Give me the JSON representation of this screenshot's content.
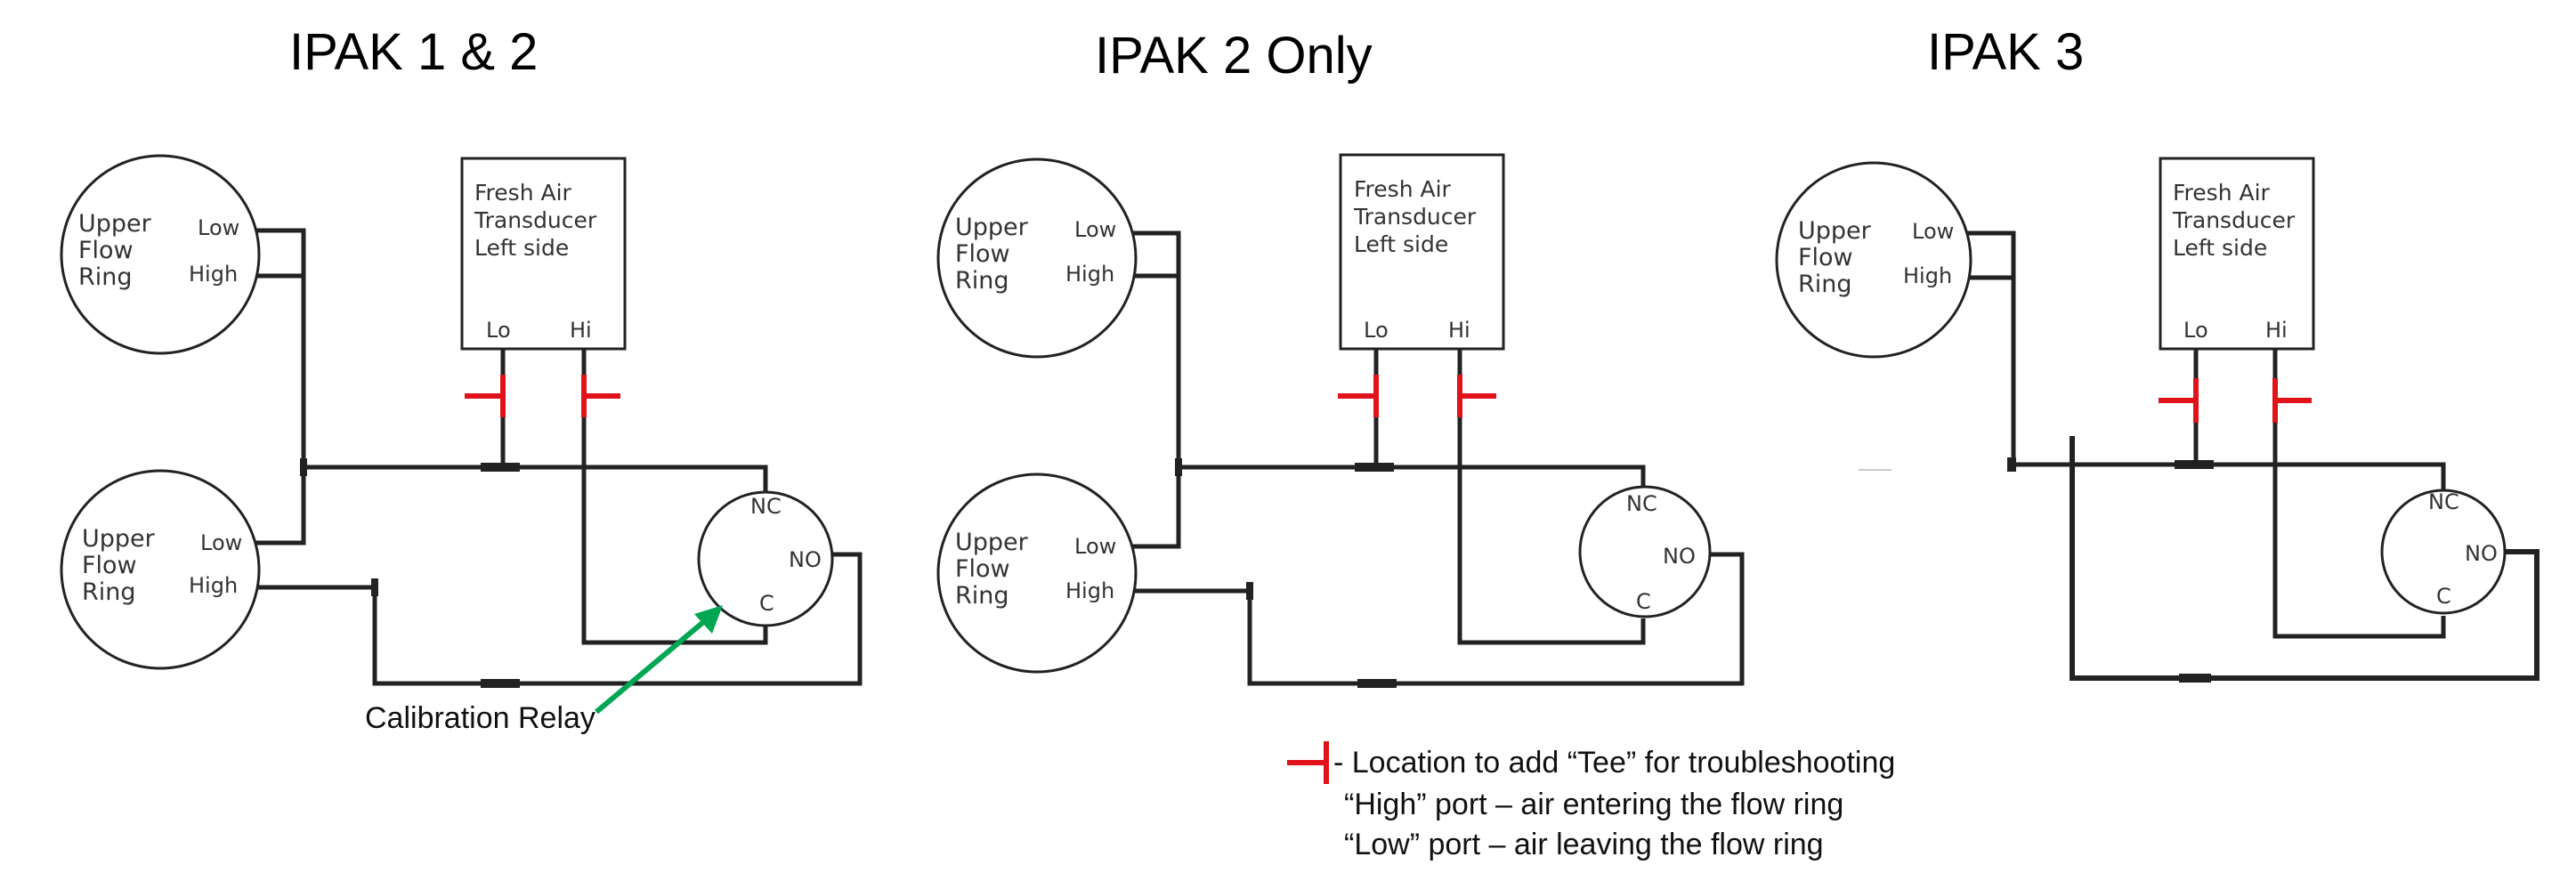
{
  "panels": [
    {
      "title": "IPAK 1 & 2"
    },
    {
      "title": "IPAK 2 Only"
    },
    {
      "title": "IPAK 3"
    }
  ],
  "labels": {
    "ring_line1": "Upper",
    "ring_line2": "Flow",
    "ring_line3": "Ring",
    "low": "Low",
    "high": "High",
    "transducer_line1": "Fresh Air",
    "transducer_line2": "Transducer",
    "transducer_line3": "Left side",
    "lo": "Lo",
    "hi": "Hi",
    "nc": "NC",
    "no": "NO",
    "c": "C"
  },
  "callout": {
    "text": "Calibration Relay",
    "arrow_color": "#00a651"
  },
  "legend": {
    "line1": "- Location to add “Tee” for troubleshooting",
    "line2": "“High” port – air entering the flow ring",
    "line3": "“Low” port – air leaving the flow ring",
    "symbol_color": "#e0121a"
  }
}
